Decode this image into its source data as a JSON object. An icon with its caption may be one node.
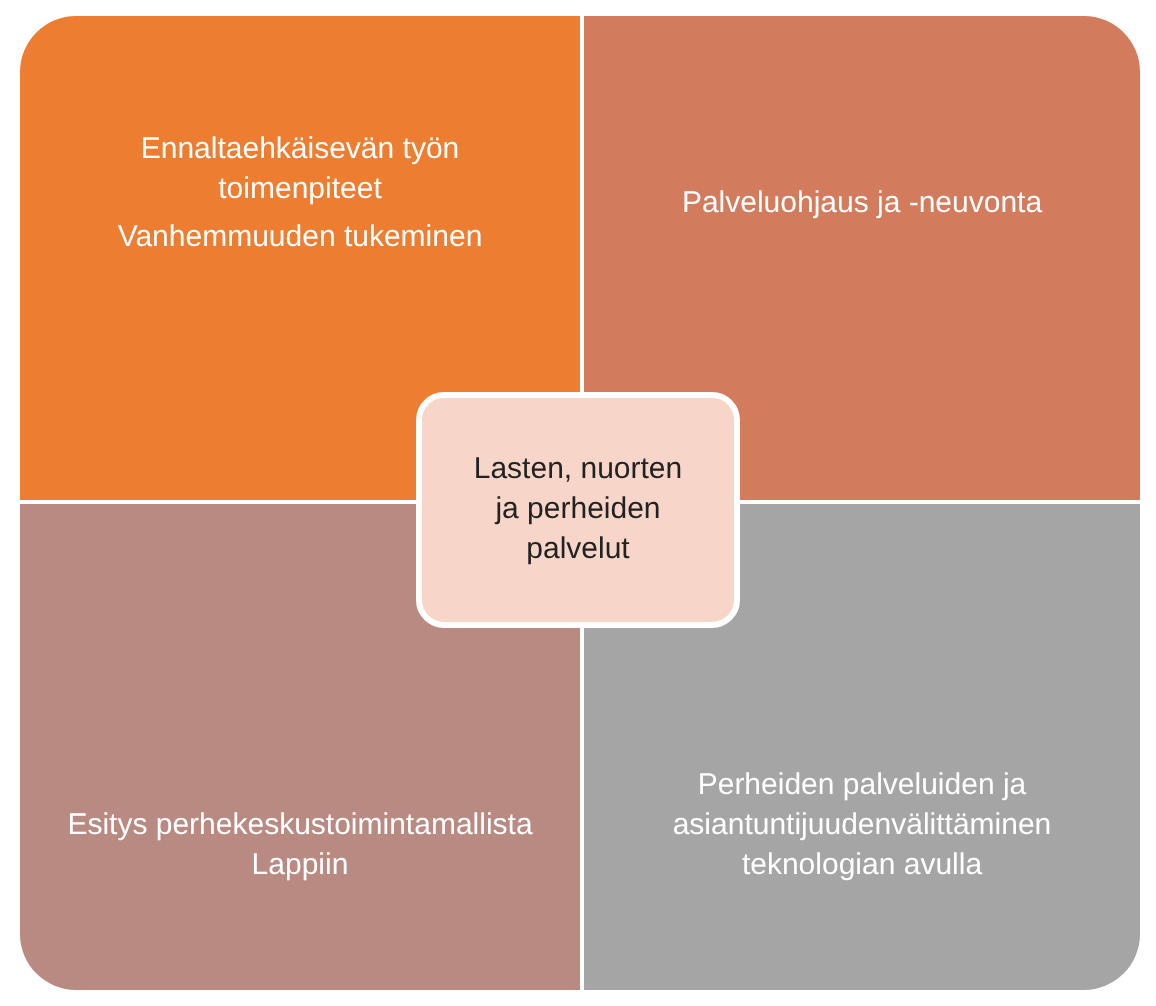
{
  "diagram": {
    "nodes": [
      {
        "text": [
          "Ennaltaehkäisevän työn toimenpiteet",
          "Vanhemmuuden tukeminen"
        ]
      },
      {
        "text": [
          "Palveluohjaus ja -neuvonta"
        ]
      },
      {
        "text": [
          "Esitys perhekeskustoimintamallista Lappiin"
        ]
      },
      {
        "text": [
          "Perheiden palveluiden ja asiantuntijuudenvälittäminen teknologian avulla"
        ]
      },
      {
        "text": [
          "Lasten, nuorten ja perheiden palvelut"
        ]
      }
    ]
  }
}
